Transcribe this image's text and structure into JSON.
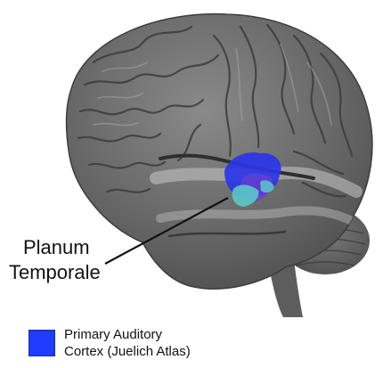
{
  "callout": {
    "line1": "Planum",
    "line2": "Temporale"
  },
  "legend": {
    "line1": "Primary Auditory",
    "line2": "Cortex (Juelich Atlas)",
    "swatch_color": "#1f3cff"
  },
  "colors": {
    "brain_fill": "#6b6b6b",
    "brain_highlight": "#b9b9b9",
    "region_blue": "#2b35e8",
    "region_teal": "#59c9c8",
    "region_violet": "#6a3fd0"
  }
}
